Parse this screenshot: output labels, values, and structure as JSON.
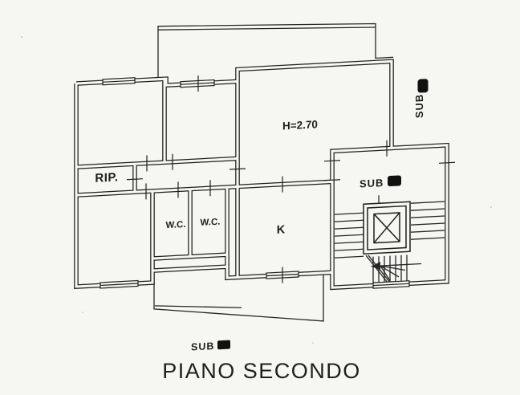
{
  "title": "PIANO SECONDO",
  "colors": {
    "paper": "#f6f6f2",
    "ink": "#1f1f1f"
  },
  "plan": {
    "rooms": [
      {
        "id": "rip",
        "label": "RIP."
      },
      {
        "id": "wc-1",
        "label": "W.C."
      },
      {
        "id": "wc-2",
        "label": "W.C."
      },
      {
        "id": "kitchen",
        "label": "K"
      }
    ],
    "annotations": {
      "ceiling_height": "H=2.70"
    },
    "sub_markers": [
      {
        "id": "sub-right-exterior",
        "label": "SUB",
        "icon": "sub-marker-icon"
      },
      {
        "id": "sub-stairwell",
        "label": "SUB",
        "icon": "sub-marker-icon"
      },
      {
        "id": "sub-bottom-balcony",
        "label": "SUB",
        "icon": "sub-marker-icon"
      }
    ]
  }
}
